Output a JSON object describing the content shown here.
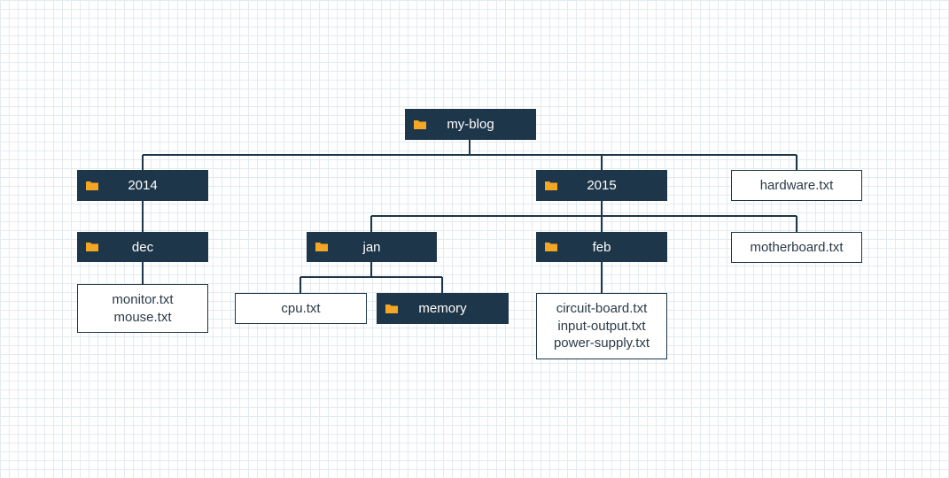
{
  "diagram": {
    "root": {
      "label": "my-blog",
      "icon": "folder-icon"
    },
    "folders": {
      "y2014": {
        "label": "2014",
        "icon": "folder-icon"
      },
      "y2015": {
        "label": "2015",
        "icon": "folder-icon"
      },
      "dec": {
        "label": "dec",
        "icon": "folder-icon"
      },
      "jan": {
        "label": "jan",
        "icon": "folder-icon"
      },
      "feb": {
        "label": "feb",
        "icon": "folder-icon"
      },
      "memory": {
        "label": "memory",
        "icon": "folder-icon"
      }
    },
    "files": {
      "hardware": [
        "hardware.txt"
      ],
      "motherboard": [
        "motherboard.txt"
      ],
      "cpu": [
        "cpu.txt"
      ],
      "dec_files": [
        "monitor.txt",
        "mouse.txt"
      ],
      "feb_files": [
        "circuit-board.txt",
        "input-output.txt",
        "power-supply.txt"
      ]
    }
  },
  "colors": {
    "folder_fill": "#1e3649",
    "folder_text": "#ffffff",
    "folder_icon": "#f5a623",
    "connector": "#1e3649",
    "file_border": "#1e3649",
    "grid": "#e3ebf0"
  }
}
